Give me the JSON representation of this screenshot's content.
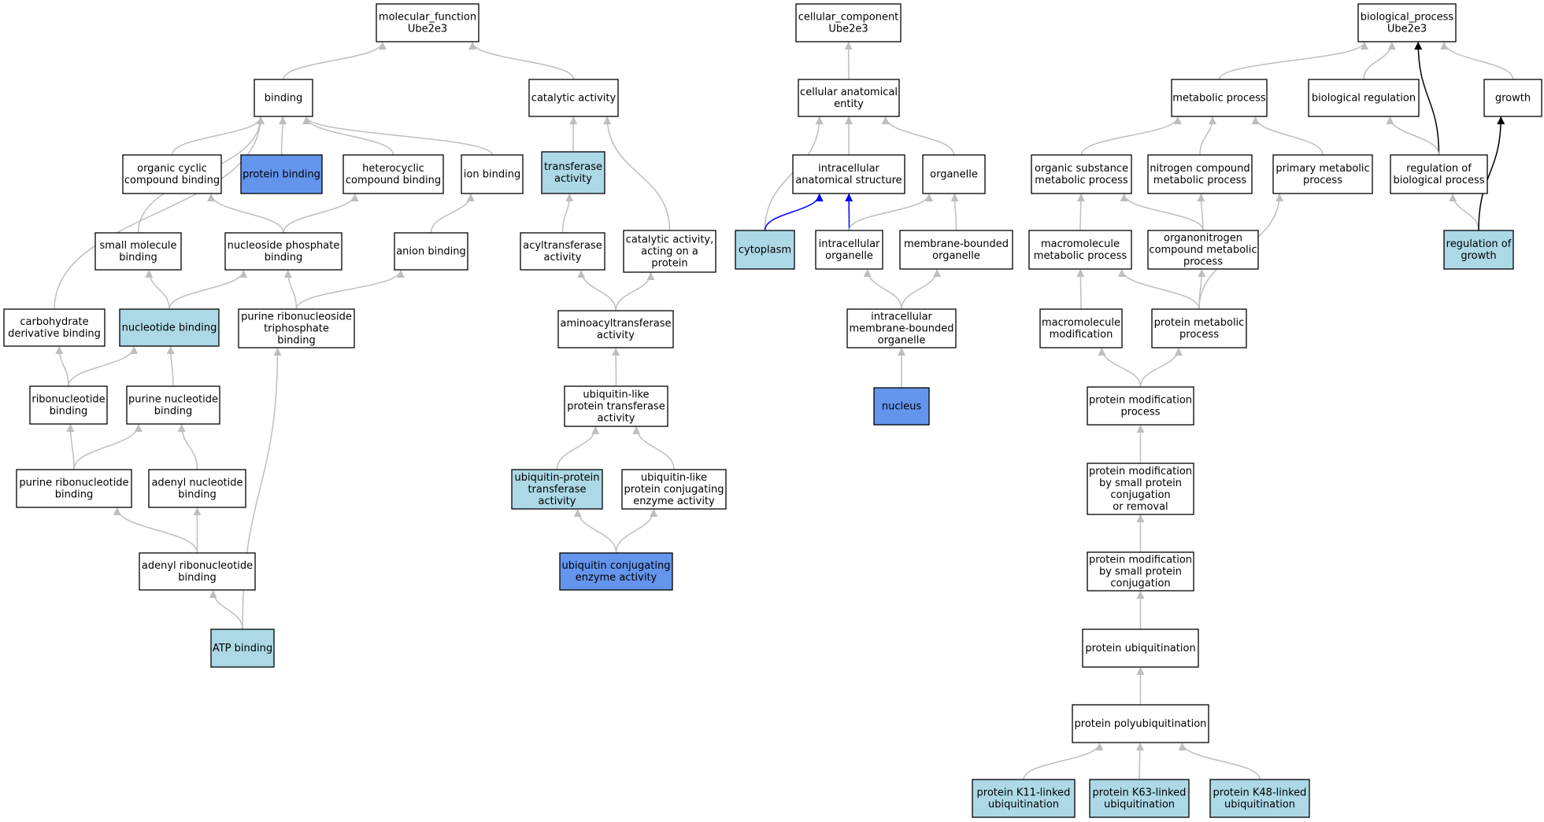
{
  "colors": {
    "plain": "#ffffff",
    "light": "#add8e6",
    "dark": "#6495ed",
    "edge_default": "#bebebe",
    "edge_blue": "#0000ff",
    "edge_black": "#000000"
  },
  "nodes": [
    {
      "id": "mf",
      "lines": [
        "molecular_function",
        "Ube2e3"
      ],
      "fill": "plain"
    },
    {
      "id": "binding",
      "lines": [
        "binding"
      ],
      "fill": "plain"
    },
    {
      "id": "cat",
      "lines": [
        "catalytic activity"
      ],
      "fill": "plain"
    },
    {
      "id": "ocb",
      "lines": [
        "organic cyclic",
        "compound binding"
      ],
      "fill": "plain"
    },
    {
      "id": "pb",
      "lines": [
        "protein binding"
      ],
      "fill": "dark"
    },
    {
      "id": "hcb",
      "lines": [
        "heterocyclic",
        "compound binding"
      ],
      "fill": "plain"
    },
    {
      "id": "ion",
      "lines": [
        "ion binding"
      ],
      "fill": "plain"
    },
    {
      "id": "tra",
      "lines": [
        "transferase",
        "activity"
      ],
      "fill": "light"
    },
    {
      "id": "smb",
      "lines": [
        "small molecule",
        "binding"
      ],
      "fill": "plain"
    },
    {
      "id": "nspb",
      "lines": [
        "nucleoside phosphate",
        "binding"
      ],
      "fill": "plain"
    },
    {
      "id": "anb",
      "lines": [
        "anion binding"
      ],
      "fill": "plain"
    },
    {
      "id": "acyl",
      "lines": [
        "acyltransferase",
        "activity"
      ],
      "fill": "plain"
    },
    {
      "id": "catp",
      "lines": [
        "catalytic activity,",
        "acting on a",
        "protein"
      ],
      "fill": "plain"
    },
    {
      "id": "cdb",
      "lines": [
        "carbohydrate",
        "derivative binding"
      ],
      "fill": "plain"
    },
    {
      "id": "nb",
      "lines": [
        "nucleotide binding"
      ],
      "fill": "light"
    },
    {
      "id": "prntb",
      "lines": [
        "purine ribonucleoside",
        "triphosphate",
        "binding"
      ],
      "fill": "plain"
    },
    {
      "id": "aat",
      "lines": [
        "aminoacyltransferase",
        "activity"
      ],
      "fill": "plain"
    },
    {
      "id": "rnb",
      "lines": [
        "ribonucleotide",
        "binding"
      ],
      "fill": "plain"
    },
    {
      "id": "pnb",
      "lines": [
        "purine nucleotide",
        "binding"
      ],
      "fill": "plain"
    },
    {
      "id": "ulpt",
      "lines": [
        "ubiquitin-like",
        "protein transferase",
        "activity"
      ],
      "fill": "plain"
    },
    {
      "id": "prnb",
      "lines": [
        "purine ribonucleotide",
        "binding"
      ],
      "fill": "plain"
    },
    {
      "id": "adnb",
      "lines": [
        "adenyl nucleotide",
        "binding"
      ],
      "fill": "plain"
    },
    {
      "id": "upt",
      "lines": [
        "ubiquitin-protein",
        "transferase",
        "activity"
      ],
      "fill": "light"
    },
    {
      "id": "ulpce",
      "lines": [
        "ubiquitin-like",
        "protein conjugating",
        "enzyme activity"
      ],
      "fill": "plain"
    },
    {
      "id": "arnb",
      "lines": [
        "adenyl ribonucleotide",
        "binding"
      ],
      "fill": "plain"
    },
    {
      "id": "uce",
      "lines": [
        "ubiquitin conjugating",
        "enzyme activity"
      ],
      "fill": "dark"
    },
    {
      "id": "atp",
      "lines": [
        "ATP binding"
      ],
      "fill": "light"
    },
    {
      "id": "cc",
      "lines": [
        "cellular_component",
        "Ube2e3"
      ],
      "fill": "plain"
    },
    {
      "id": "cae",
      "lines": [
        "cellular anatomical",
        "entity"
      ],
      "fill": "plain"
    },
    {
      "id": "ias",
      "lines": [
        "intracellular",
        "anatomical structure"
      ],
      "fill": "plain"
    },
    {
      "id": "org",
      "lines": [
        "organelle"
      ],
      "fill": "plain"
    },
    {
      "id": "cyto",
      "lines": [
        "cytoplasm"
      ],
      "fill": "light"
    },
    {
      "id": "io",
      "lines": [
        "intracellular",
        "organelle"
      ],
      "fill": "plain"
    },
    {
      "id": "mbo",
      "lines": [
        "membrane-bounded",
        "organelle"
      ],
      "fill": "plain"
    },
    {
      "id": "imbo",
      "lines": [
        "intracellular",
        "membrane-bounded",
        "organelle"
      ],
      "fill": "plain"
    },
    {
      "id": "nuc",
      "lines": [
        "nucleus"
      ],
      "fill": "dark"
    },
    {
      "id": "bp",
      "lines": [
        "biological_process",
        "Ube2e3"
      ],
      "fill": "plain"
    },
    {
      "id": "mp",
      "lines": [
        "metabolic process"
      ],
      "fill": "plain"
    },
    {
      "id": "breg",
      "lines": [
        "biological regulation"
      ],
      "fill": "plain"
    },
    {
      "id": "gro",
      "lines": [
        "growth"
      ],
      "fill": "plain"
    },
    {
      "id": "osmp",
      "lines": [
        "organic substance",
        "metabolic process"
      ],
      "fill": "plain"
    },
    {
      "id": "ncmp",
      "lines": [
        "nitrogen compound",
        "metabolic process"
      ],
      "fill": "plain"
    },
    {
      "id": "pmp",
      "lines": [
        "primary metabolic",
        "process"
      ],
      "fill": "plain"
    },
    {
      "id": "rbp",
      "lines": [
        "regulation of",
        "biological process"
      ],
      "fill": "plain"
    },
    {
      "id": "mmp",
      "lines": [
        "macromolecule",
        "metabolic process"
      ],
      "fill": "plain"
    },
    {
      "id": "oncmp",
      "lines": [
        "organonitrogen",
        "compound metabolic",
        "process"
      ],
      "fill": "plain"
    },
    {
      "id": "rog",
      "lines": [
        "regulation of",
        "growth"
      ],
      "fill": "light"
    },
    {
      "id": "mm",
      "lines": [
        "macromolecule",
        "modification"
      ],
      "fill": "plain"
    },
    {
      "id": "prmp",
      "lines": [
        "protein metabolic",
        "process"
      ],
      "fill": "plain"
    },
    {
      "id": "pmod",
      "lines": [
        "protein modification",
        "process"
      ],
      "fill": "plain"
    },
    {
      "id": "pmsp",
      "lines": [
        "protein modification",
        "by small protein",
        "conjugation",
        "or removal"
      ],
      "fill": "plain"
    },
    {
      "id": "pmspc",
      "lines": [
        "protein modification",
        "by small protein",
        "conjugation"
      ],
      "fill": "plain"
    },
    {
      "id": "pubi",
      "lines": [
        "protein ubiquitination"
      ],
      "fill": "plain"
    },
    {
      "id": "ppubi",
      "lines": [
        "protein polyubiquitination"
      ],
      "fill": "plain"
    },
    {
      "id": "k11",
      "lines": [
        "protein K11-linked",
        "ubiquitination"
      ],
      "fill": "light"
    },
    {
      "id": "k63",
      "lines": [
        "protein K63-linked",
        "ubiquitination"
      ],
      "fill": "light"
    },
    {
      "id": "k48",
      "lines": [
        "protein K48-linked",
        "ubiquitination"
      ],
      "fill": "light"
    }
  ],
  "edges": [
    [
      "binding",
      "mf"
    ],
    [
      "cat",
      "mf"
    ],
    [
      "ocb",
      "binding"
    ],
    [
      "pb",
      "binding"
    ],
    [
      "hcb",
      "binding"
    ],
    [
      "ion",
      "binding"
    ],
    [
      "smb",
      "binding"
    ],
    [
      "cdb",
      "binding"
    ],
    [
      "tra",
      "cat"
    ],
    [
      "catp",
      "cat"
    ],
    [
      "nspb",
      "ocb"
    ],
    [
      "nspb",
      "hcb"
    ],
    [
      "anb",
      "ion"
    ],
    [
      "acyl",
      "tra"
    ],
    [
      "nb",
      "smb"
    ],
    [
      "nb",
      "nspb"
    ],
    [
      "prntb",
      "nspb"
    ],
    [
      "prntb",
      "anb"
    ],
    [
      "aat",
      "acyl"
    ],
    [
      "aat",
      "catp"
    ],
    [
      "rnb",
      "cdb"
    ],
    [
      "rnb",
      "nb"
    ],
    [
      "pnb",
      "nb"
    ],
    [
      "ulpt",
      "aat"
    ],
    [
      "prnb",
      "rnb"
    ],
    [
      "prnb",
      "pnb"
    ],
    [
      "adnb",
      "pnb"
    ],
    [
      "upt",
      "ulpt"
    ],
    [
      "ulpce",
      "ulpt"
    ],
    [
      "arnb",
      "prnb"
    ],
    [
      "arnb",
      "adnb"
    ],
    [
      "uce",
      "upt"
    ],
    [
      "uce",
      "ulpce"
    ],
    [
      "atp",
      "arnb"
    ],
    [
      "atp",
      "prntb"
    ],
    [
      "cae",
      "cc"
    ],
    [
      "ias",
      "cae"
    ],
    [
      "org",
      "cae"
    ],
    [
      "cyto",
      "cae"
    ],
    [
      "cyto",
      "ias",
      "blue"
    ],
    [
      "io",
      "ias",
      "blue"
    ],
    [
      "io",
      "org"
    ],
    [
      "mbo",
      "org"
    ],
    [
      "imbo",
      "io"
    ],
    [
      "imbo",
      "mbo"
    ],
    [
      "nuc",
      "imbo"
    ],
    [
      "mp",
      "bp"
    ],
    [
      "breg",
      "bp"
    ],
    [
      "gro",
      "bp"
    ],
    [
      "rbp",
      "bp",
      "black"
    ],
    [
      "osmp",
      "mp"
    ],
    [
      "ncmp",
      "mp"
    ],
    [
      "pmp",
      "mp"
    ],
    [
      "rbp",
      "breg"
    ],
    [
      "mmp",
      "osmp"
    ],
    [
      "oncmp",
      "osmp"
    ],
    [
      "oncmp",
      "ncmp"
    ],
    [
      "rog",
      "rbp"
    ],
    [
      "rog",
      "gro",
      "black"
    ],
    [
      "mm",
      "mmp"
    ],
    [
      "prmp",
      "mmp"
    ],
    [
      "prmp",
      "oncmp"
    ],
    [
      "prmp",
      "pmp"
    ],
    [
      "pmod",
      "mm"
    ],
    [
      "pmod",
      "prmp"
    ],
    [
      "pmsp",
      "pmod"
    ],
    [
      "pmspc",
      "pmsp"
    ],
    [
      "pubi",
      "pmspc"
    ],
    [
      "ppubi",
      "pubi"
    ],
    [
      "k11",
      "ppubi"
    ],
    [
      "k63",
      "ppubi"
    ],
    [
      "k48",
      "ppubi"
    ]
  ]
}
